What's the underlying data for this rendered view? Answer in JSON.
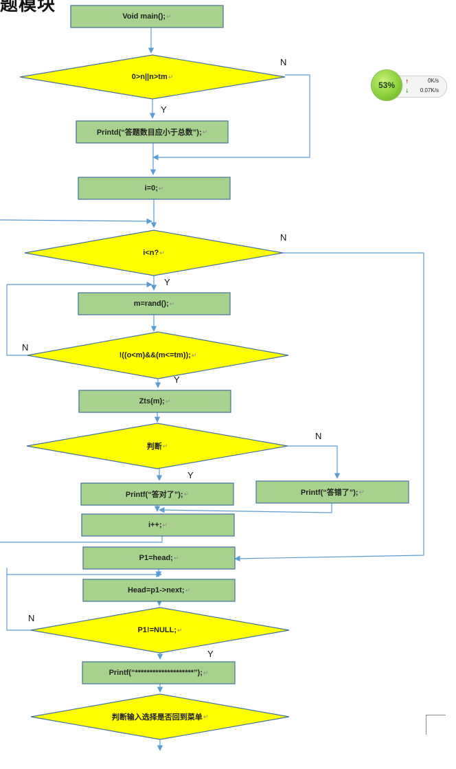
{
  "heading": "题模块",
  "nodes": [
    {
      "id": "n1",
      "text": "Void main();"
    },
    {
      "id": "n2",
      "text": "0>n||n>tm"
    },
    {
      "id": "n3",
      "text": "Printd(“答题数目应小于总数”);"
    },
    {
      "id": "n4",
      "text": "i=0;"
    },
    {
      "id": "n5",
      "text": "i<n?"
    },
    {
      "id": "n6",
      "text": "m=rand();"
    },
    {
      "id": "n7",
      "text": "!((o<m)&&(m<=tm));"
    },
    {
      "id": "n8",
      "text": "Zts(m);"
    },
    {
      "id": "n9",
      "text": "判断"
    },
    {
      "id": "n10",
      "text": "Printf(“答对了”);"
    },
    {
      "id": "n11",
      "text": "Printf(“答错了”);"
    },
    {
      "id": "n12",
      "text": "i++;"
    },
    {
      "id": "n13",
      "text": "P1=head;"
    },
    {
      "id": "n14",
      "text": "Head=p1->next;"
    },
    {
      "id": "n15",
      "text": "P1!=NULL;"
    },
    {
      "id": "n16",
      "text": "Printf(“********************”);"
    },
    {
      "id": "n17",
      "text": "判断输入选择是否回到菜单"
    }
  ],
  "labels": [
    {
      "id": "l1",
      "text": "N"
    },
    {
      "id": "l2",
      "text": "Y"
    },
    {
      "id": "l3",
      "text": "N"
    },
    {
      "id": "l4",
      "text": "Y"
    },
    {
      "id": "l5",
      "text": "N"
    },
    {
      "id": "l6",
      "text": "Y"
    },
    {
      "id": "l7",
      "text": "N"
    },
    {
      "id": "l8",
      "text": "Y"
    },
    {
      "id": "l9",
      "text": "N"
    },
    {
      "id": "l10",
      "text": "Y"
    }
  ],
  "widget": {
    "percent": "53%",
    "upload": "0K/s",
    "download": "0.07K/s",
    "colors": {
      "ball": "#8cd13a",
      "up_arrow": "#d43a2a",
      "down_arrow": "#3d9a3d"
    }
  },
  "colors": {
    "process_fill": "#a9d18e",
    "process_stroke": "#41719c",
    "decision_fill": "#ffff00",
    "decision_stroke": "#41719c",
    "edge": "#5b9bd5"
  }
}
